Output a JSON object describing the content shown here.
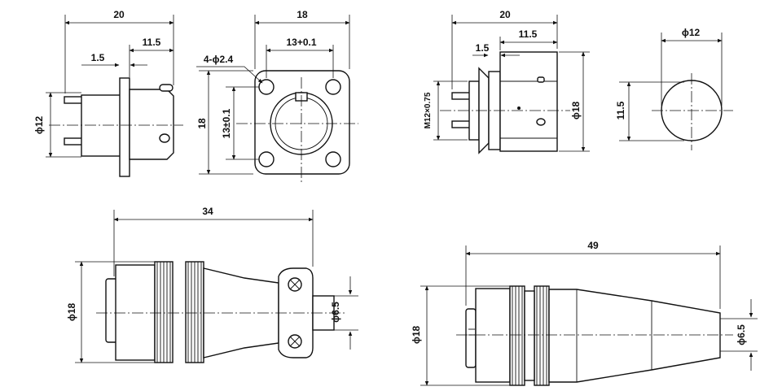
{
  "views": {
    "panel_side": {
      "dim_length": "20",
      "dim_body": "11.5",
      "dim_flange": "1.5",
      "dim_diameter": "ϕ12"
    },
    "panel_front": {
      "dim_width": "18",
      "dim_hole_spacing": "13+0.1",
      "dim_holes": "4-ϕ2.4",
      "dim_height": "18",
      "dim_vertical_spacing": "13±0.1"
    },
    "nut_side": {
      "dim_length": "20",
      "dim_body": "11.5",
      "dim_flange": "1.5",
      "dim_thread": "M12×0.75",
      "dim_diameter": "ϕ18"
    },
    "cutout": {
      "dim_diameter": "ϕ12",
      "dim_flat": "11.5"
    },
    "plug_assembly": {
      "dim_length": "34",
      "dim_diameter": "ϕ18",
      "dim_cable": "ϕ6.5"
    },
    "cable_plug": {
      "dim_length": "49",
      "dim_diameter": "ϕ18",
      "dim_cable": "ϕ6.5"
    }
  }
}
